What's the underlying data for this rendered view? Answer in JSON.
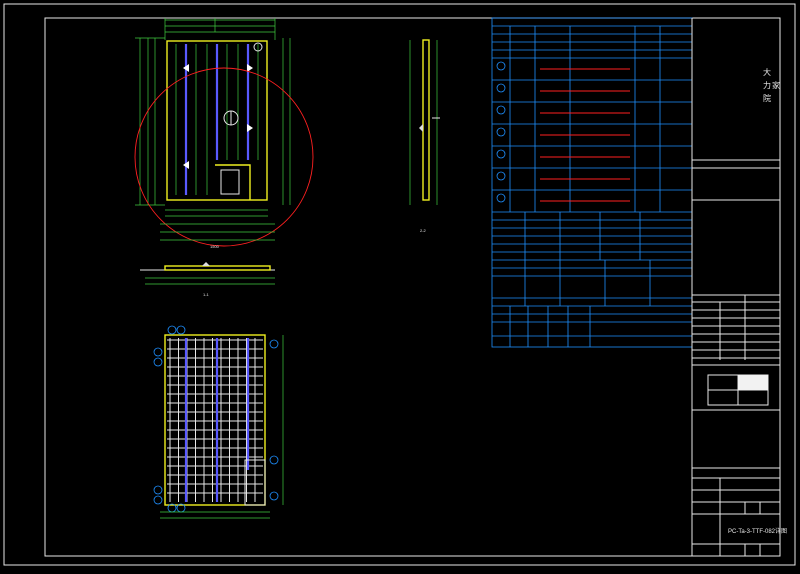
{
  "title_block": {
    "char_1": "大",
    "char_2": "力",
    "char_3": "家",
    "char_4": "院",
    "drawing_number": "PC-Ta-3-TTF-082",
    "drawing_number_suffix": "详图"
  },
  "views": {
    "section_1": "1-1",
    "section_2": "2-2"
  },
  "colors": {
    "background": "#000000",
    "frame": "#e8e8e8",
    "table": "#1e90ff",
    "outline": "#f0f020",
    "dimension": "#3fcc3f",
    "highlight": "#ff2020",
    "reinforcement": "#5a5aff"
  }
}
